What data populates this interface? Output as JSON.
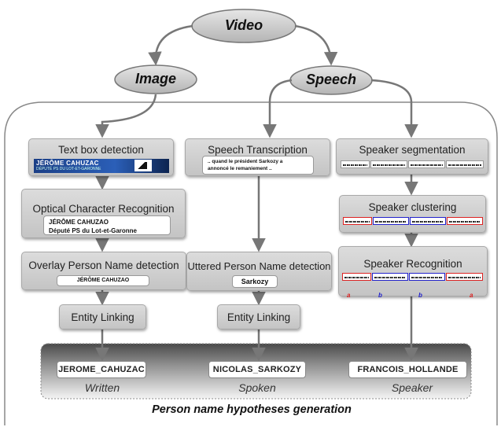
{
  "top": {
    "video": "Video",
    "image": "Image",
    "speech": "Speech"
  },
  "image_col": {
    "text_box_detection": "Text box detection",
    "banner_name": "JÉRÔME CAHUZAC",
    "banner_sub": "DÉPUTÉ PS DU LOT-ET-GARONNE",
    "ocr_title": "Optical Character Recognition",
    "ocr_line1": "JÉRÔME CAHUZAO",
    "ocr_line2": "Député PS du Lot-et-Garonne",
    "overlay_title": "Overlay Person Name detection",
    "overlay_value": "JÉRÔME CAHUZAO",
    "entity_linking": "Entity Linking"
  },
  "speech_col": {
    "transcription_title": "Speech Transcription",
    "transcript_line1": ".. quand le président Sarkozy a",
    "transcript_line2": "annoncé le remaniement ..",
    "uttered_title": "Uttered Person Name detection",
    "uttered_value": "Sarkozy",
    "entity_linking": "Entity Linking"
  },
  "speaker_col": {
    "segmentation": "Speaker segmentation",
    "clustering": "Speaker clustering",
    "recognition": "Speaker Recognition",
    "labels": [
      "a",
      "b",
      "b",
      "a"
    ]
  },
  "results": {
    "written_value": "JEROME_CAHUZAC",
    "written_caption": "Written",
    "spoken_value": "NICOLAS_SARKOZY",
    "spoken_caption": "Spoken",
    "speaker_value": "FRANCOIS_HOLLANDE",
    "speaker_caption": "Speaker"
  },
  "footer": "Person name hypotheses generation",
  "colors": {
    "box": "#cccccc",
    "ellipse": "#c8c8c8",
    "red": "#dd2222",
    "blue": "#2222cc"
  }
}
